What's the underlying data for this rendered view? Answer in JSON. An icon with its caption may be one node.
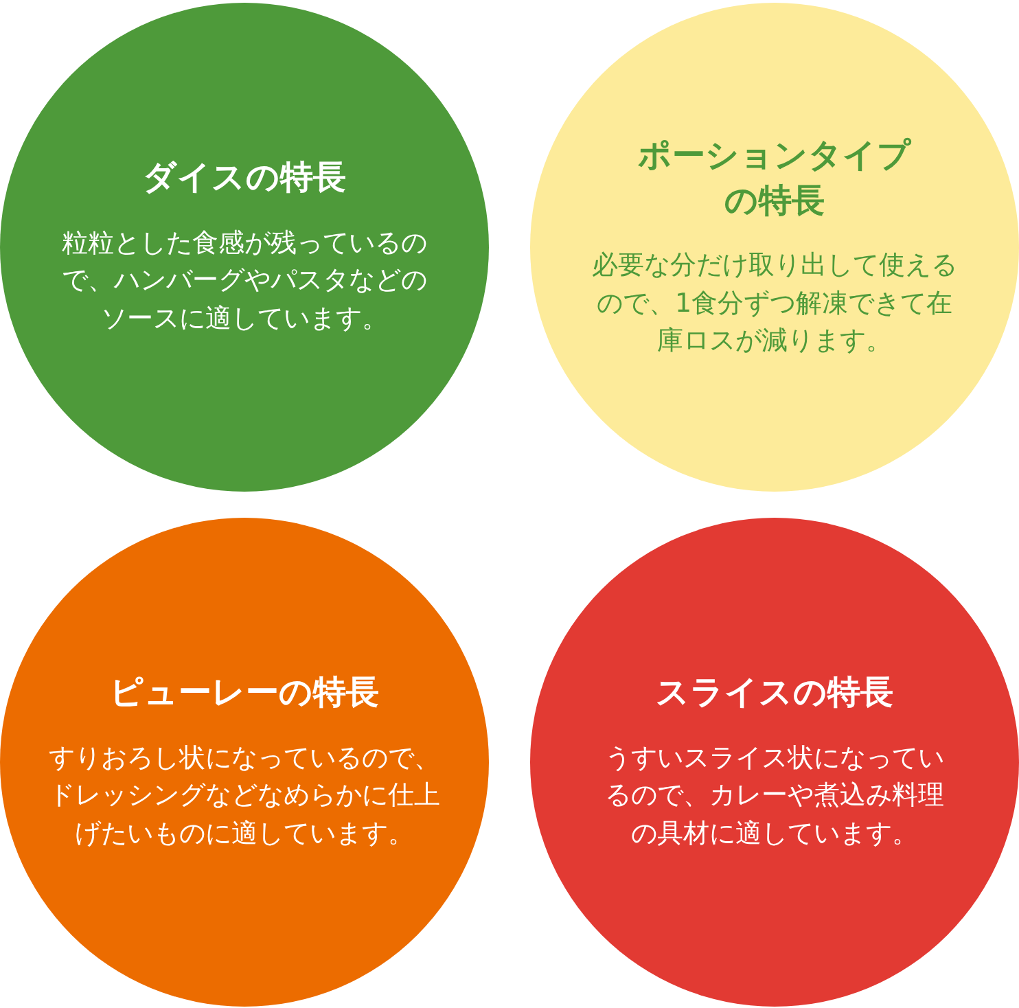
{
  "diagram": {
    "nodes": [
      {
        "text": [
          "ダイスの特長",
          "粒粒とした食感が残っているので、ハンバーグやパスタなどのソースに適しています。"
        ]
      },
      {
        "text": [
          "ポーションタイプの特長",
          "必要な分だけ取り出して使えるので、1食分ずつ解凍できて在庫ロスが減ります。"
        ]
      },
      {
        "text": [
          "ピューレーの特長",
          "すりおろし状になっているので、ドレッシングなどなめらかに仕上げたいものに適しています。"
        ]
      },
      {
        "text": [
          "スライスの特長",
          "うすいスライス状になっているので、カレーや煮込み料理の具材に適しています。"
        ]
      }
    ]
  }
}
